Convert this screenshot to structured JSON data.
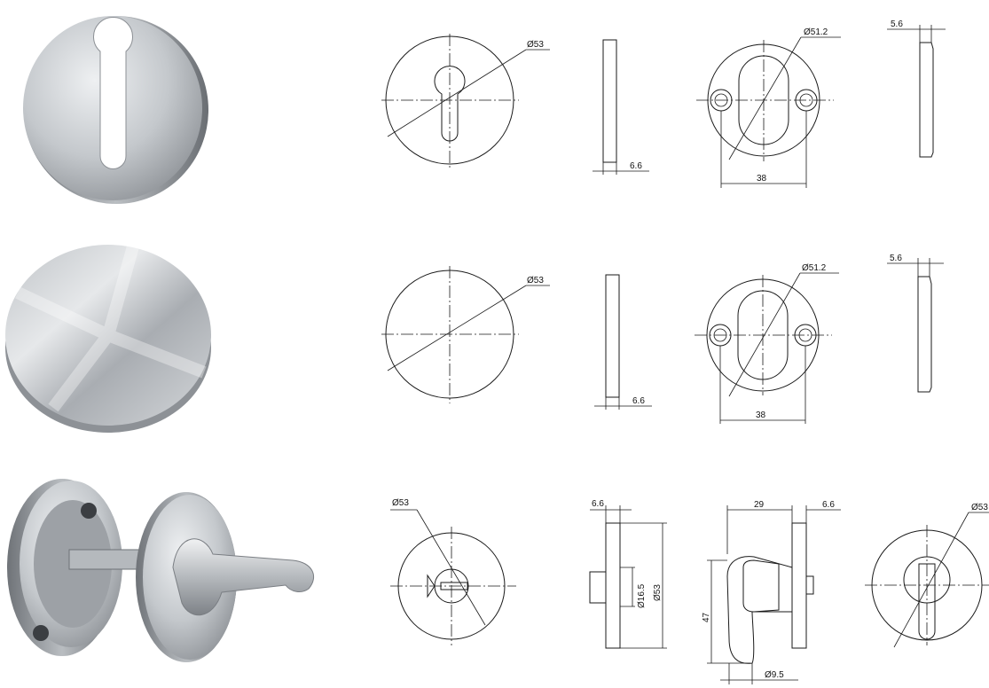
{
  "rows": [
    {
      "name": "profile-cylinder-rose",
      "front_diameter": "Ø53",
      "side_thickness": "6.6",
      "back_diameter": "Ø51.2",
      "hole_spacing": "38",
      "back_thickness": "5.6"
    },
    {
      "name": "blind-rose",
      "front_diameter": "Ø53",
      "side_thickness": "6.6",
      "back_diameter": "Ø51.2",
      "hole_spacing": "38",
      "back_thickness": "5.6"
    },
    {
      "name": "wc-turn-and-release",
      "front_diameter": "Ø53",
      "side_thickness": "6.6",
      "inner_diameter": "Ø16.5",
      "side_diameter": "Ø53",
      "handle_projection": "29",
      "handle_height": "47",
      "handle_diameter": "Ø9.5",
      "knob_thickness": "6.6",
      "knob_diameter": "Ø53"
    }
  ],
  "colors": {
    "line": "#1a1a1a",
    "metal_light": "#e3e5e7",
    "metal_dark": "#7b7f84"
  }
}
